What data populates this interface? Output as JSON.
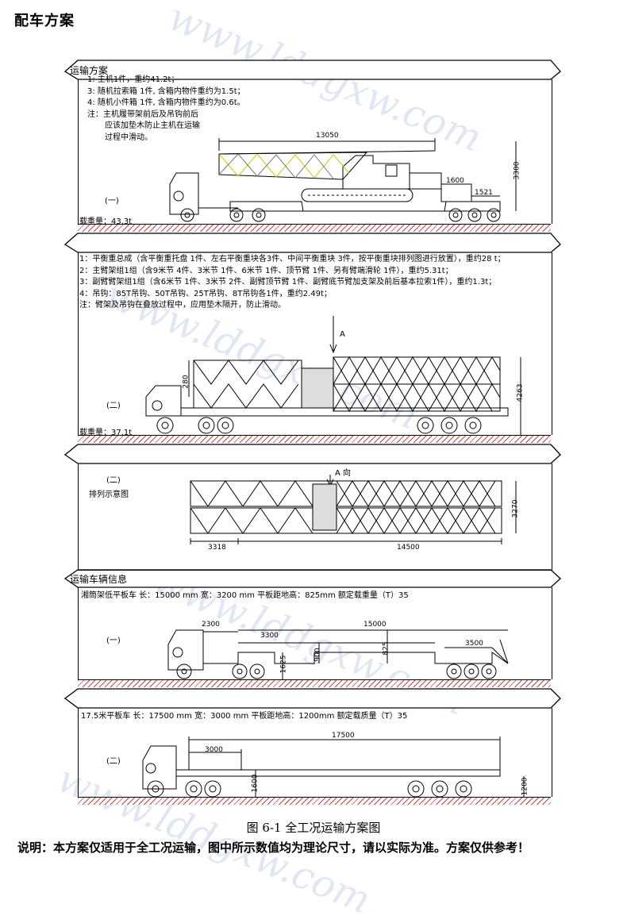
{
  "page_title": "配车方案",
  "sections": {
    "transport_plan": "运输方案",
    "vehicle_info": "运输车辆信息"
  },
  "plan1": {
    "notes": [
      "1: 主机1件，重约41.2t；",
      "3: 随机拉索箱 1件, 含箱内物件重约为1.5t；",
      "4: 随机小件箱 1件, 含箱内物件重约为0.6t。",
      "注：主机履带架前后及吊钩前后",
      "应该加垫木防止主机在运输",
      "过程中滑动。"
    ],
    "label": "(一)",
    "load": "载重量：43.3t",
    "dims": {
      "length": "13050",
      "d1": "1600",
      "d2": "1521",
      "height": "3300"
    }
  },
  "plan2": {
    "notes": [
      "1：平衡重总成（含平衡重托盘 1件、左右平衡重块各3件、中间平衡重块 3件，按平衡重块排列图进行放置），重约28 t；",
      "2：主臂架组1组（含9米节 4件、3米节 1件、6米节 1件、顶节臂 1件、另有臂端滑轮 1件），重约5.31t；",
      "3：副臂臂架组1组（含6米节 1件、3米节 2件、副臂顶节臂 1件、副臂底节臂加支架及前后基本拉索1件），重约1.3t；",
      "4：吊钩：85T吊钩、50T吊钩、25T吊钩、8T吊钩各1件，重约2.49t；",
      "注：臂架及吊钩在叠放过程中，应用垫木隔开，防止滑动。"
    ],
    "label": "(二)",
    "arrow": "A",
    "load": "载重量：37.1t",
    "dims": {
      "side": "280",
      "height": "4263"
    }
  },
  "plan2_top": {
    "label": "(二)",
    "sublabel": "排列示意图",
    "arrow": "A 向",
    "dims": {
      "left": "3318",
      "right": "14500",
      "height": "3270"
    }
  },
  "vehicle1": {
    "spec": "湘筒架低平板车 长：15000 mm 宽：3200 mm 平板距地高：825mm 额定载重量（T）35",
    "label": "(一)",
    "dims": {
      "a": "2300",
      "b": "3300",
      "c": "15000",
      "d": "3500",
      "e": "825",
      "f": "900",
      "g": "1625"
    }
  },
  "vehicle2": {
    "spec": "17.5米平板车 长：17500 mm 宽：3000 mm 平板距地高：1200mm 额定载质量（T）35",
    "label": "(二)",
    "dims": {
      "a": "17500",
      "b": "3000",
      "c": "1600",
      "d": "1200"
    }
  },
  "caption": "图 6-1 全工况运输方案图",
  "footer": "说明：本方案仅适用于全工况运输，图中所示数值均为理论尺寸，请以实际为准。方案仅供参考！",
  "watermarks": [
    "www.lddgxw.com",
    "www.lddgxw.com",
    "www.lddgxw.com",
    "www.lddgxw.com"
  ],
  "colors": {
    "line": "#000000",
    "ground_hatch": "#c44444",
    "watermark": "#c9d5e8",
    "boom_yellow": "#e4e600"
  }
}
